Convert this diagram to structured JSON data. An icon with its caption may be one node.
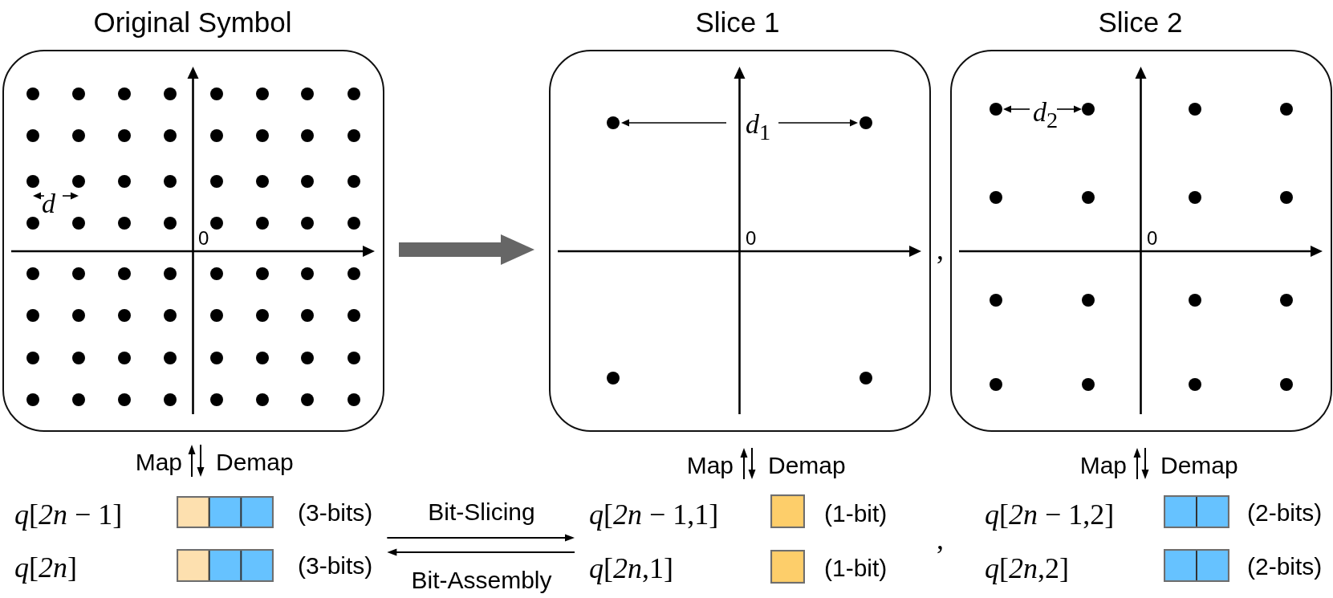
{
  "diagram": {
    "nodes": [
      {
        "text": [
          "Original Symbol"
        ]
      },
      {
        "text": [
          "Slice 1"
        ]
      },
      {
        "text": [
          "Slice 2"
        ]
      },
      {
        "text": [],
        "shape": "bar",
        "beside": [
          "*q*[*2n* − 1]",
          "(3-bits)"
        ]
      },
      {
        "text": [],
        "shape": "bar",
        "beside": [
          "*q*[*2n*]",
          "(3-bits)"
        ]
      },
      {
        "text": [],
        "shape": "bar",
        "beside": [
          "*q*[*2n* − 1,1]",
          "(1-bit)"
        ]
      },
      {
        "text": [],
        "shape": "bar",
        "beside": [
          "*q*[*2n*,1]",
          "(1-bit)"
        ]
      },
      {
        "text": [],
        "shape": "bar",
        "beside": [
          "*q*[*2n* − 1,2]",
          "(2-bits)"
        ]
      },
      {
        "text": [],
        "shape": "bar",
        "beside": [
          "*q*[*2n*,2]",
          "(2-bits)"
        ]
      }
    ],
    "edges": [
      {
        "from": 0,
        "to": 1,
        "arrow": "to",
        "style": "thick",
        "color": "#666666"
      },
      {
        "from": 3,
        "to": 0,
        "arrow": "to",
        "label": "Map"
      },
      {
        "from": 0,
        "to": 3,
        "arrow": "to",
        "label": "Demap"
      },
      {
        "from": 3,
        "to": 5,
        "arrow": "to",
        "label": "Bit-Slicing"
      },
      {
        "from": 6,
        "to": 4,
        "arrow": "to",
        "label": "Bit-Assembly"
      },
      {
        "from": 5,
        "to": 1,
        "arrow": "to",
        "label": "Map"
      },
      {
        "from": 1,
        "to": 5,
        "arrow": "to",
        "label": "Demap"
      },
      {
        "from": 7,
        "to": 2,
        "arrow": "to",
        "label": "Map"
      },
      {
        "from": 2,
        "to": 7,
        "arrow": "to",
        "label": "Demap"
      }
    ],
    "labels": [
      "d",
      "0",
      "*d*$_{1}$",
      "0",
      ",",
      "*d*$_{2}$",
      "0",
      ","
    ]
  }
}
